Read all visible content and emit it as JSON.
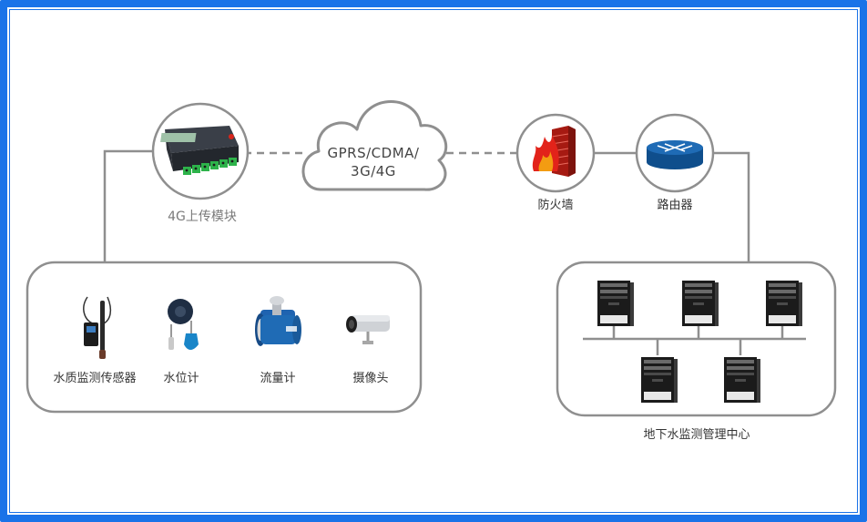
{
  "module_label": "4G上传模块",
  "cloud": {
    "line1": "GPRS/CDMA/",
    "line2": "3G/4G"
  },
  "firewall_label": "防火墙",
  "router_label": "路由器",
  "sensors": [
    {
      "label": "水质监测传感器"
    },
    {
      "label": "水位计"
    },
    {
      "label": "流量计"
    },
    {
      "label": "摄像头"
    }
  ],
  "center_label": "地下水监测管理中心",
  "colors": {
    "frame": "#1a73e8",
    "line": "#8a8a8a",
    "device_blue": "#1f6bb5",
    "terminal_green": "#2db34a",
    "firewall_red": "#d8261b"
  }
}
